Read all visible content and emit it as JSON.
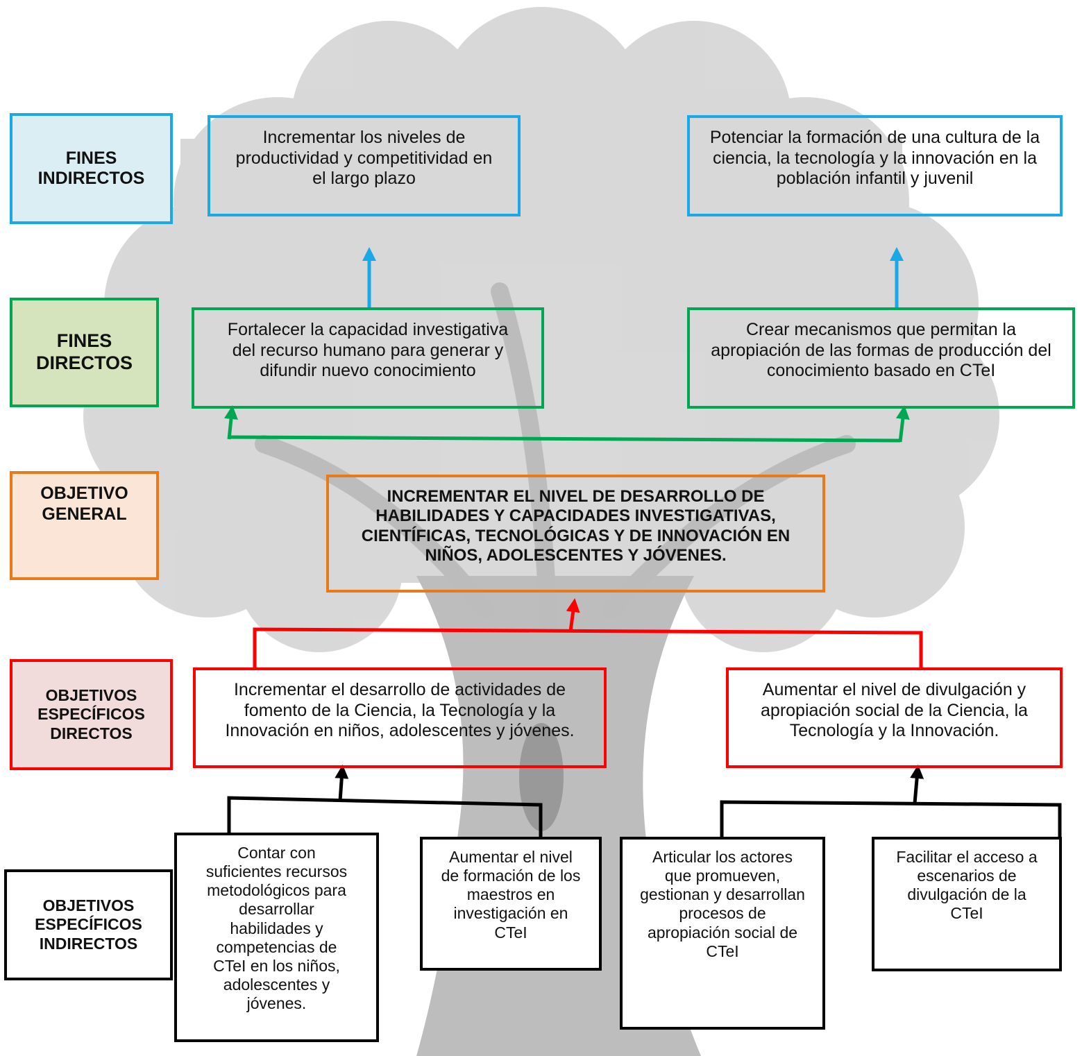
{
  "colors": {
    "fines_indirectos": "#1aa8e6",
    "fines_directos": "#00a651",
    "objetivo_general": "#e97a1a",
    "objetivos_directos": "#ff0000",
    "objetivos_indirectos": "#000000",
    "fill_fines_indirectos": "#daeef4",
    "fill_fines_directos": "#d6e4bd",
    "fill_objetivo_general": "#fbe5d6",
    "fill_objetivos_directos": "#f1dcdb",
    "tree": "#c4c4c4"
  },
  "labels": {
    "fines_indirectos": "FINES INDIRECTOS",
    "fines_directos": "FINES DIRECTOS",
    "objetivo_general": "OBJETIVO GENERAL",
    "objetivos_especificos_directos": "OBJETIVOS ESPECÍFICOS DIRECTOS",
    "objetivos_especificos_indirectos": "OBJETIVOS ESPECÍFICOS INDIRECTOS"
  },
  "fines_indirectos": [
    "Incrementar los niveles de productividad y competitividad en el largo plazo",
    "Potenciar la formación de una cultura de la ciencia, la tecnología y la innovación en la población infantil y juvenil"
  ],
  "fines_directos": [
    "Fortalecer la capacidad investigativa del recurso humano para generar y difundir nuevo conocimiento",
    "Crear mecanismos que permitan la apropiación de las formas de producción del conocimiento basado en CTeI"
  ],
  "objetivo_general": "INCREMENTAR EL NIVEL DE DESARROLLO DE HABILIDADES Y CAPACIDADES INVESTIGATIVAS, CIENTÍFICAS, TECNOLÓGICAS Y DE INNOVACIÓN EN NIÑOS, ADOLESCENTES Y JÓVENES.",
  "objetivos_especificos_directos": [
    "Incrementar el desarrollo de actividades de fomento de la Ciencia, la Tecnología y la Innovación en niños, adolescentes y jóvenes.",
    "Aumentar el nivel de divulgación y apropiación social de la Ciencia, la Tecnología y la Innovación."
  ],
  "objetivos_especificos_indirectos": [
    "Contar con suficientes recursos metodológicos para desarrollar habilidades y competencias de CTeI en los niños, adolescentes y jóvenes.",
    "Aumentar el nivel de formación de los maestros en investigación en CTeI",
    "Articular los actores que promueven, gestionan y desarrollan procesos de apropiación social de CTeI",
    "Facilitar el acceso a escenarios de divulgación de la CTeI"
  ]
}
